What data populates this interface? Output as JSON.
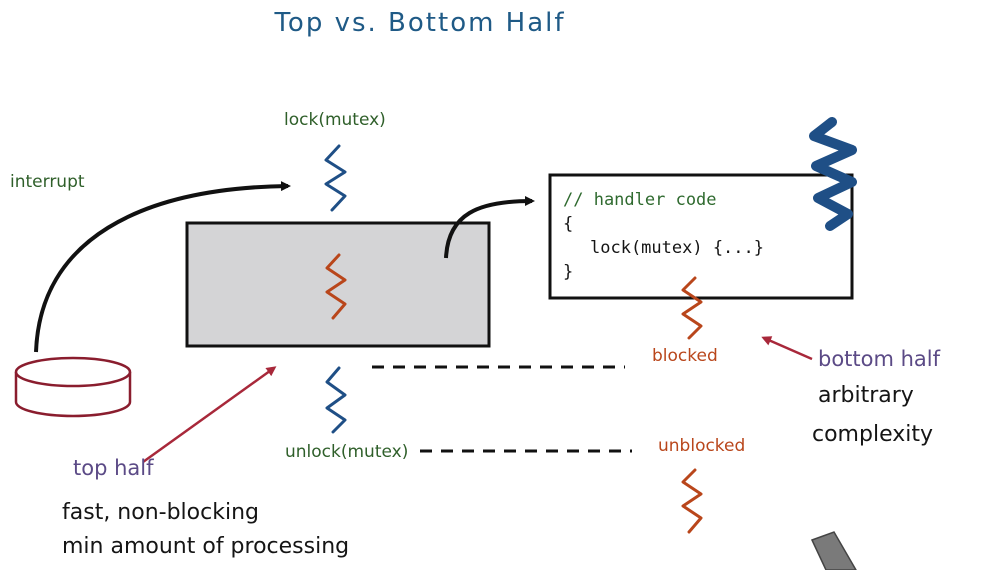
{
  "title": "Top vs. Bottom Half",
  "labels": {
    "interrupt": "interrupt",
    "lock": "lock(mutex)",
    "unlock": "unlock(mutex)",
    "blocked": "blocked",
    "unblocked": "unblocked"
  },
  "top_half": {
    "label": "top half",
    "desc_1": "fast, non-blocking",
    "desc_2": "min amount of processing"
  },
  "bottom_half": {
    "label": "bottom half",
    "desc_1": "arbitrary",
    "desc_2": "complexity"
  },
  "handler_code": {
    "comment": "// handler code",
    "open": "{",
    "body": "lock(mutex) {...}",
    "close": "}"
  },
  "colors": {
    "title": "#1f5a86",
    "thread_blue": "#1f4f86",
    "thread_orange": "#b9461b",
    "label_green": "#2f5f2a",
    "label_purple": "#5b4a86",
    "arrow_red": "#a8283a",
    "box_fill": "#d4d4d6"
  }
}
